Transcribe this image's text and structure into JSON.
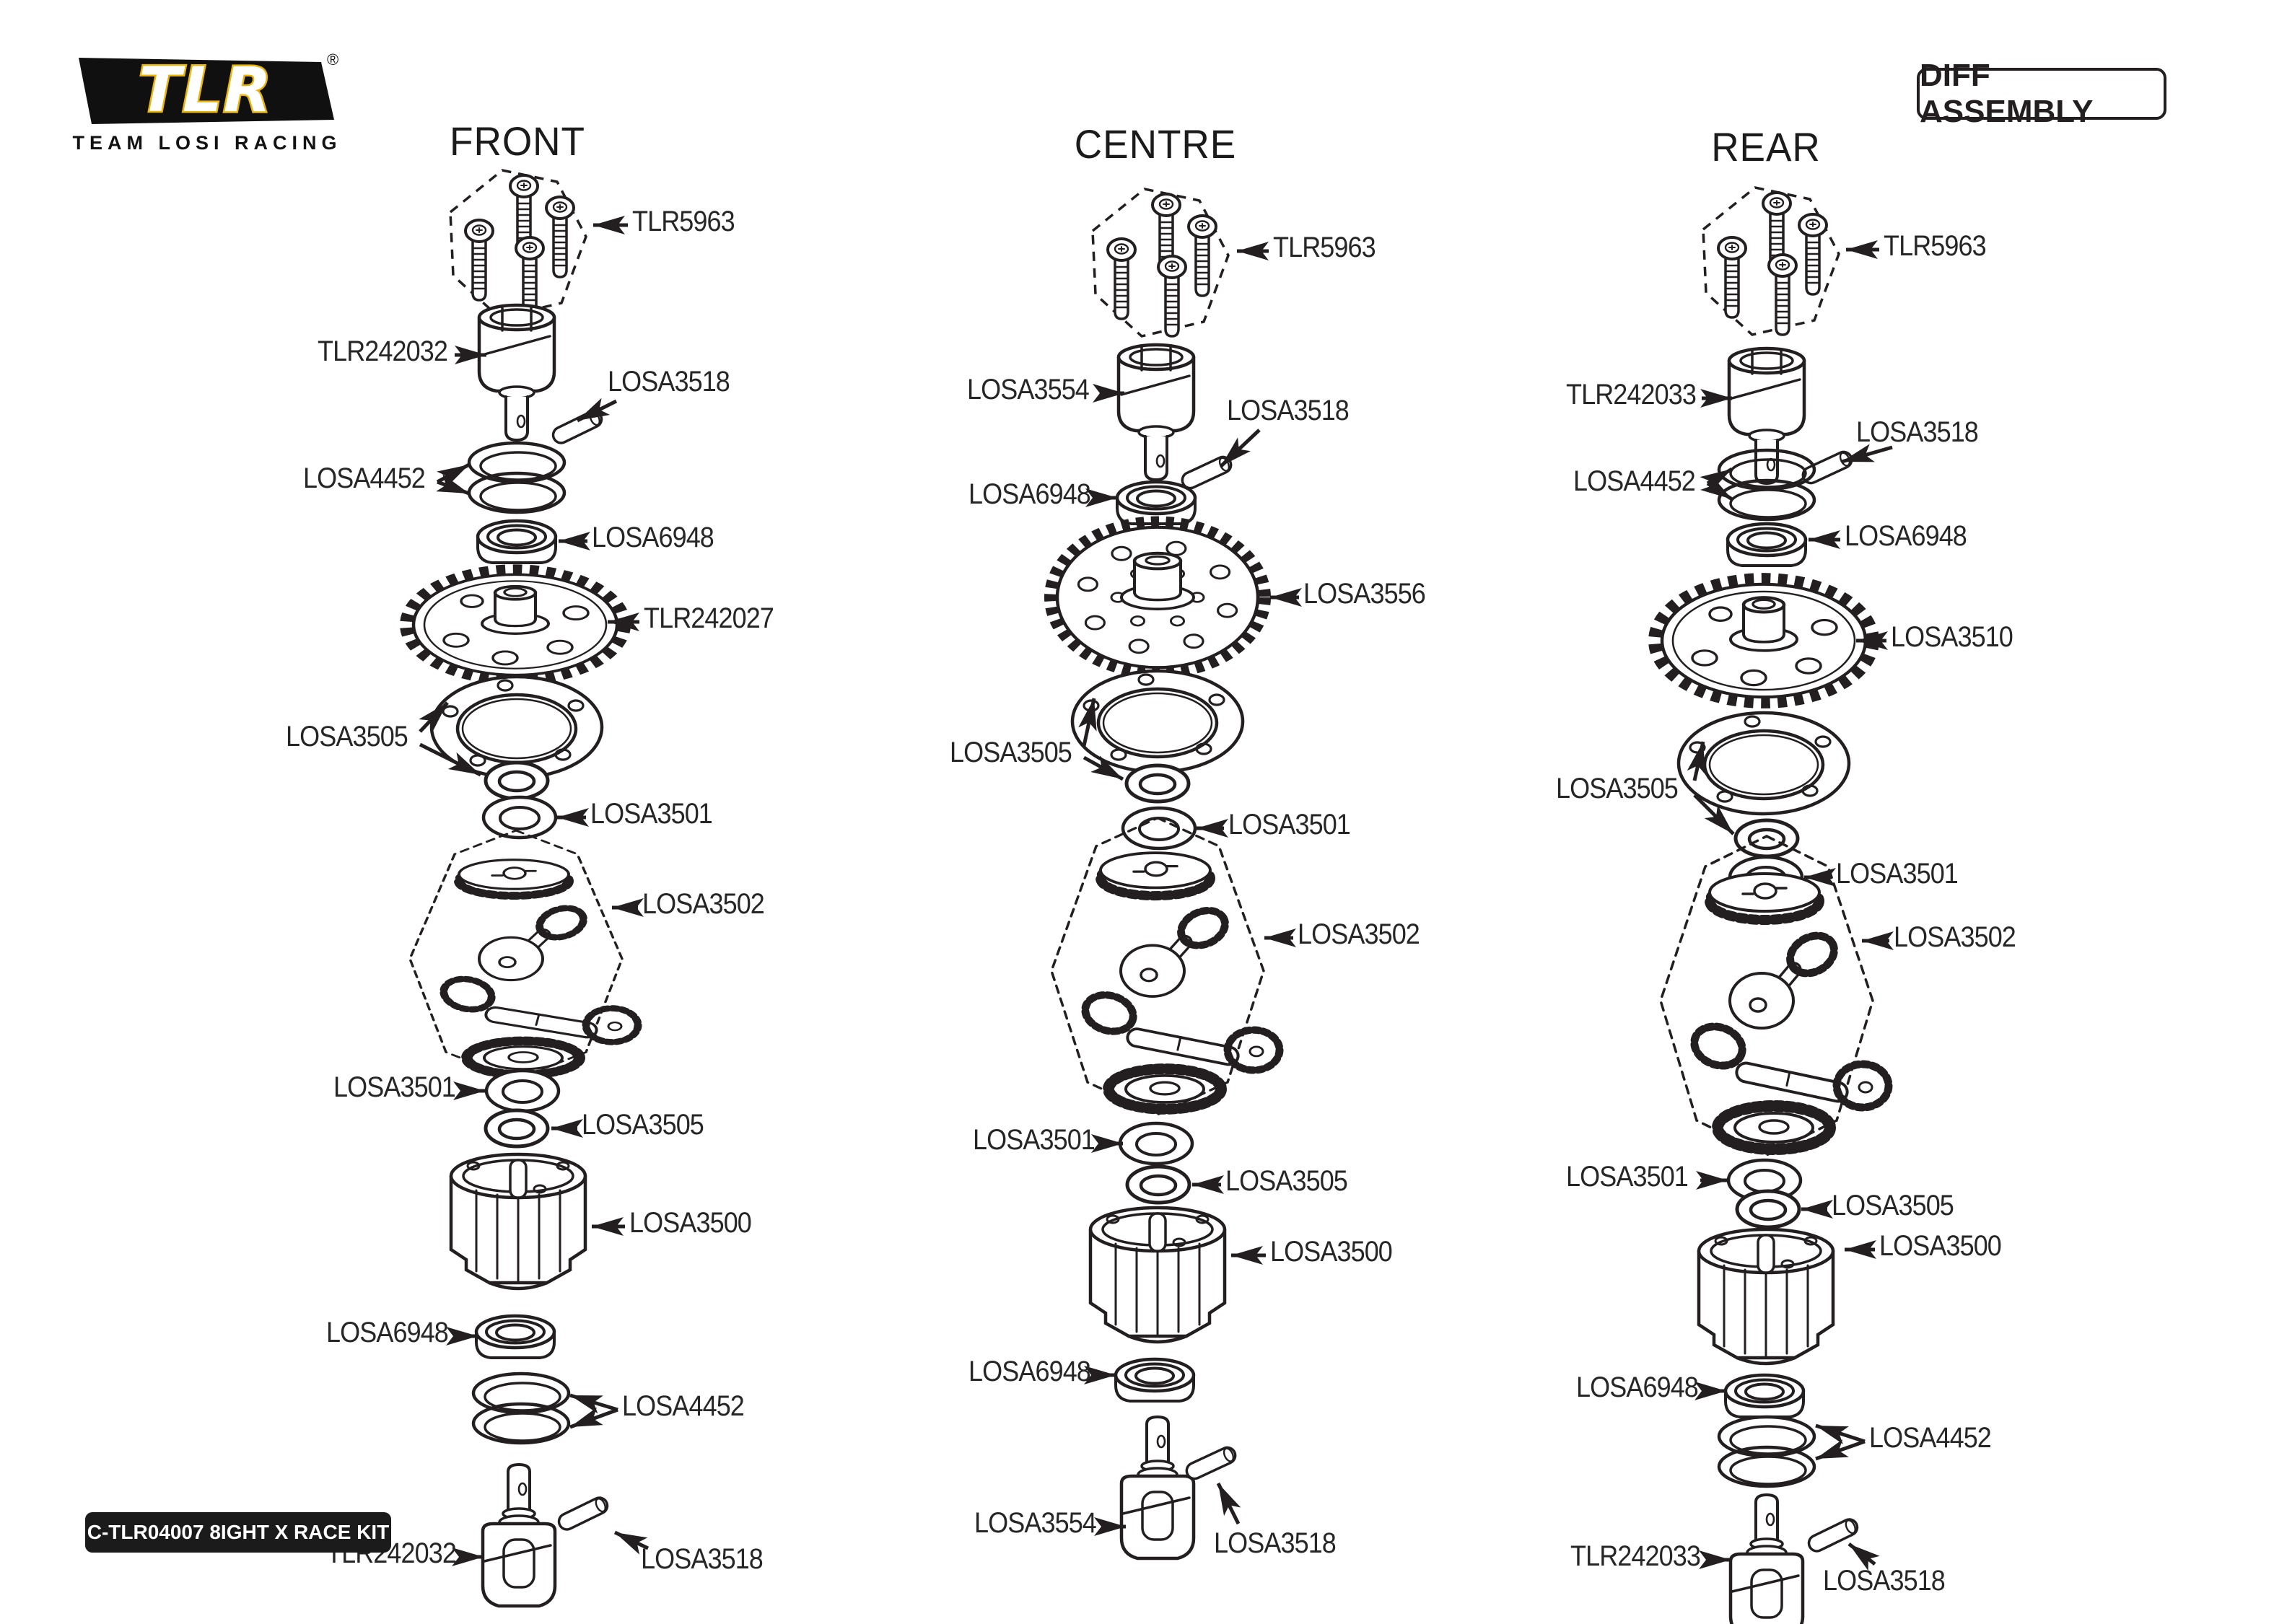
{
  "page": {
    "background": "#ffffff",
    "ink": "#231f20",
    "logo_yellow": "#e9b50b"
  },
  "header": {
    "logo_text": "TLR",
    "logo_subtext": "TEAM LOSI RACING",
    "registered_mark": "®",
    "badge_label": "DIFF ASSEMBLY"
  },
  "footer": {
    "kit_code_label": "C-TLR04007 8IGHT X RACE KIT"
  },
  "columns": [
    {
      "title": "FRONT",
      "labels": [
        "TLR5963",
        "TLR242032",
        "LOSA3518",
        "LOSA4452",
        "LOSA6948",
        "TLR242027",
        "LOSA3505",
        "LOSA3501",
        "LOSA3502",
        "LOSA3501",
        "LOSA3505",
        "LOSA3500",
        "LOSA6948",
        "LOSA4452",
        "TLR242032",
        "LOSA3518"
      ]
    },
    {
      "title": "CENTRE",
      "labels": [
        "TLR5963",
        "LOSA3554",
        "LOSA3518",
        "LOSA6948",
        "LOSA3556",
        "LOSA3505",
        "LOSA3501",
        "LOSA3502",
        "LOSA3501",
        "LOSA3505",
        "LOSA3500",
        "LOSA6948",
        "LOSA3554",
        "LOSA3518"
      ]
    },
    {
      "title": "REAR",
      "labels": [
        "TLR5963",
        "TLR242033",
        "LOSA3518",
        "LOSA4452",
        "LOSA6948",
        "LOSA3510",
        "LOSA3505",
        "LOSA3501",
        "LOSA3502",
        "LOSA3501",
        "LOSA3505",
        "LOSA3500",
        "LOSA6948",
        "LOSA4452",
        "TLR242033",
        "LOSA3518"
      ]
    }
  ]
}
